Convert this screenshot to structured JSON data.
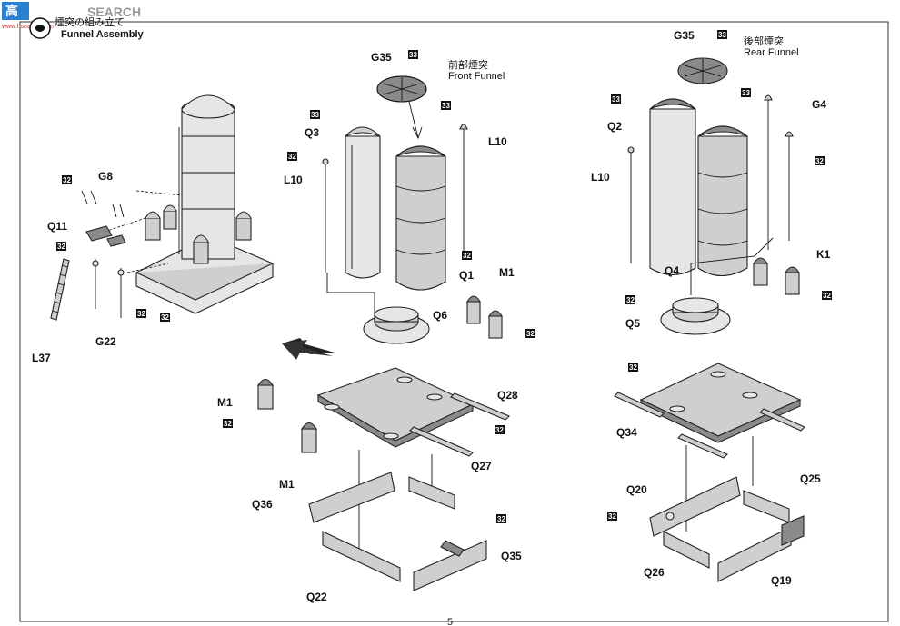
{
  "watermark": {
    "logo_text": "高",
    "text": "SEARCH",
    "url": "www.hsearch.com"
  },
  "step": {
    "title_jp": "煙突の組み立て",
    "title_en": "Funnel Assembly"
  },
  "front": {
    "title_jp": "前部煙突",
    "title_en": "Front Funnel"
  },
  "rear": {
    "title_jp": "後部煙突",
    "title_en": "Rear Funnel"
  },
  "labels": {
    "g8": "G8",
    "q11": "Q11",
    "l37": "L37",
    "g22": "G22",
    "g35_front": "G35",
    "q3": "Q3",
    "l10_front_left": "L10",
    "l10_front_right": "L10",
    "q1": "Q1",
    "q6": "Q6",
    "m1_top": "M1",
    "m1_left": "M1",
    "m1_bottom": "M1",
    "q28": "Q28",
    "q27": "Q27",
    "q36": "Q36",
    "q35": "Q35",
    "q22": "Q22",
    "g35_rear": "G35",
    "q2": "Q2",
    "g4": "G4",
    "l10_rear": "L10",
    "q4": "Q4",
    "k1": "K1",
    "q5": "Q5",
    "q34": "Q34",
    "q20": "Q20",
    "q25": "Q25",
    "q26": "Q26",
    "q19": "Q19"
  },
  "paint_codes": {
    "c1": "32",
    "c2": "32",
    "c3": "32",
    "c4": "32",
    "c5": "33",
    "c6": "33",
    "c7": "33",
    "c8": "32",
    "c9": "32",
    "c10": "32",
    "c11": "32",
    "c12": "32",
    "c13": "32",
    "c14": "33",
    "c15": "33",
    "c16": "33",
    "c17": "32",
    "c18": "32",
    "c19": "32",
    "c20": "32",
    "c21": "32"
  },
  "page_number": "5"
}
